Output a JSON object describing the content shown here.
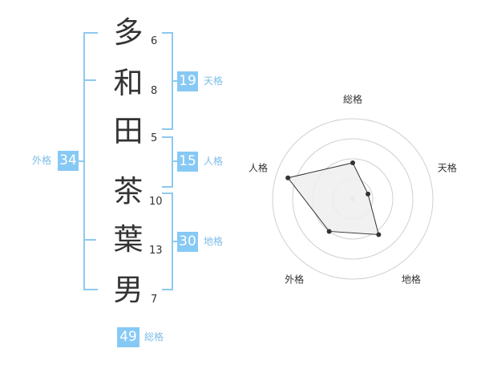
{
  "name": {
    "chars": [
      {
        "char": "多",
        "strokes": "6"
      },
      {
        "char": "和",
        "strokes": "8"
      },
      {
        "char": "田",
        "strokes": "5"
      },
      {
        "char": "茶",
        "strokes": "10"
      },
      {
        "char": "葉",
        "strokes": "13"
      },
      {
        "char": "男",
        "strokes": "7"
      }
    ]
  },
  "fortune": {
    "tenkaku": {
      "value": "19",
      "label": "天格"
    },
    "jinkaku": {
      "value": "15",
      "label": "人格"
    },
    "chikaku": {
      "value": "30",
      "label": "地格"
    },
    "gaikaku": {
      "value": "34",
      "label": "外格"
    },
    "soukaku": {
      "value": "49",
      "label": "総格"
    }
  },
  "chart_data": {
    "type": "radar",
    "axes": [
      "総格",
      "天格",
      "地格",
      "外格",
      "人格"
    ],
    "values": [
      0.45,
      0.2,
      0.55,
      0.5,
      0.85
    ],
    "range": [
      0,
      1
    ],
    "rings": 4,
    "colors": {
      "fill": "#eeeeee",
      "stroke": "#333333",
      "grid": "#d0d0d0",
      "accent": "#87c9f5"
    }
  }
}
